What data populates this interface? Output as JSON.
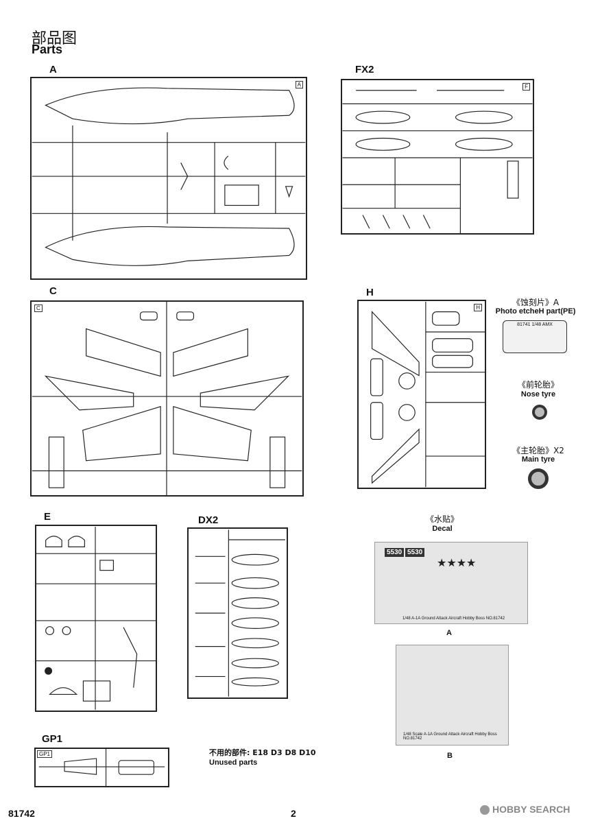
{
  "header": {
    "title_cn": "部品图",
    "title_en": "Parts"
  },
  "sprues": {
    "A": "A",
    "FX2": "FX2",
    "C": "C",
    "H": "H",
    "E": "E",
    "DX2": "DX2",
    "GP1": "GP1"
  },
  "sprue_tags": {
    "A": "A",
    "FX2": "F",
    "C": "C",
    "H": "H",
    "GP1": "GP1"
  },
  "pe": {
    "title_cn": "《蚀刻片》A",
    "title_en": "Photo etcheH part(PE)",
    "plate_text": "81741  1/48  AMX"
  },
  "nose_tyre": {
    "title_cn": "《前轮胎》",
    "title_en": "Nose tyre"
  },
  "main_tyre": {
    "title_cn": "《主轮胎》X2",
    "title_en": "Main tyre"
  },
  "decal": {
    "title_cn": "《水贴》",
    "title_en": "Decal",
    "sheet_a_label": "A",
    "sheet_b_label": "B",
    "sheet_a_codes": [
      "5530",
      "5530"
    ],
    "sheet_a_caption": "1/48  A-1A Ground Attack Aircraft  Hobby Boss  NO.81742",
    "sheet_b_caption": "1/48  Scale  A-1A Ground Attack Aircraft  Hobby Boss  NO.81742"
  },
  "unused": {
    "cn": "不用的部件: E18 D3 D8 D10",
    "en": "Unused parts"
  },
  "footer": {
    "code": "81742",
    "page": "2",
    "watermark": "HOBBY SEARCH"
  }
}
